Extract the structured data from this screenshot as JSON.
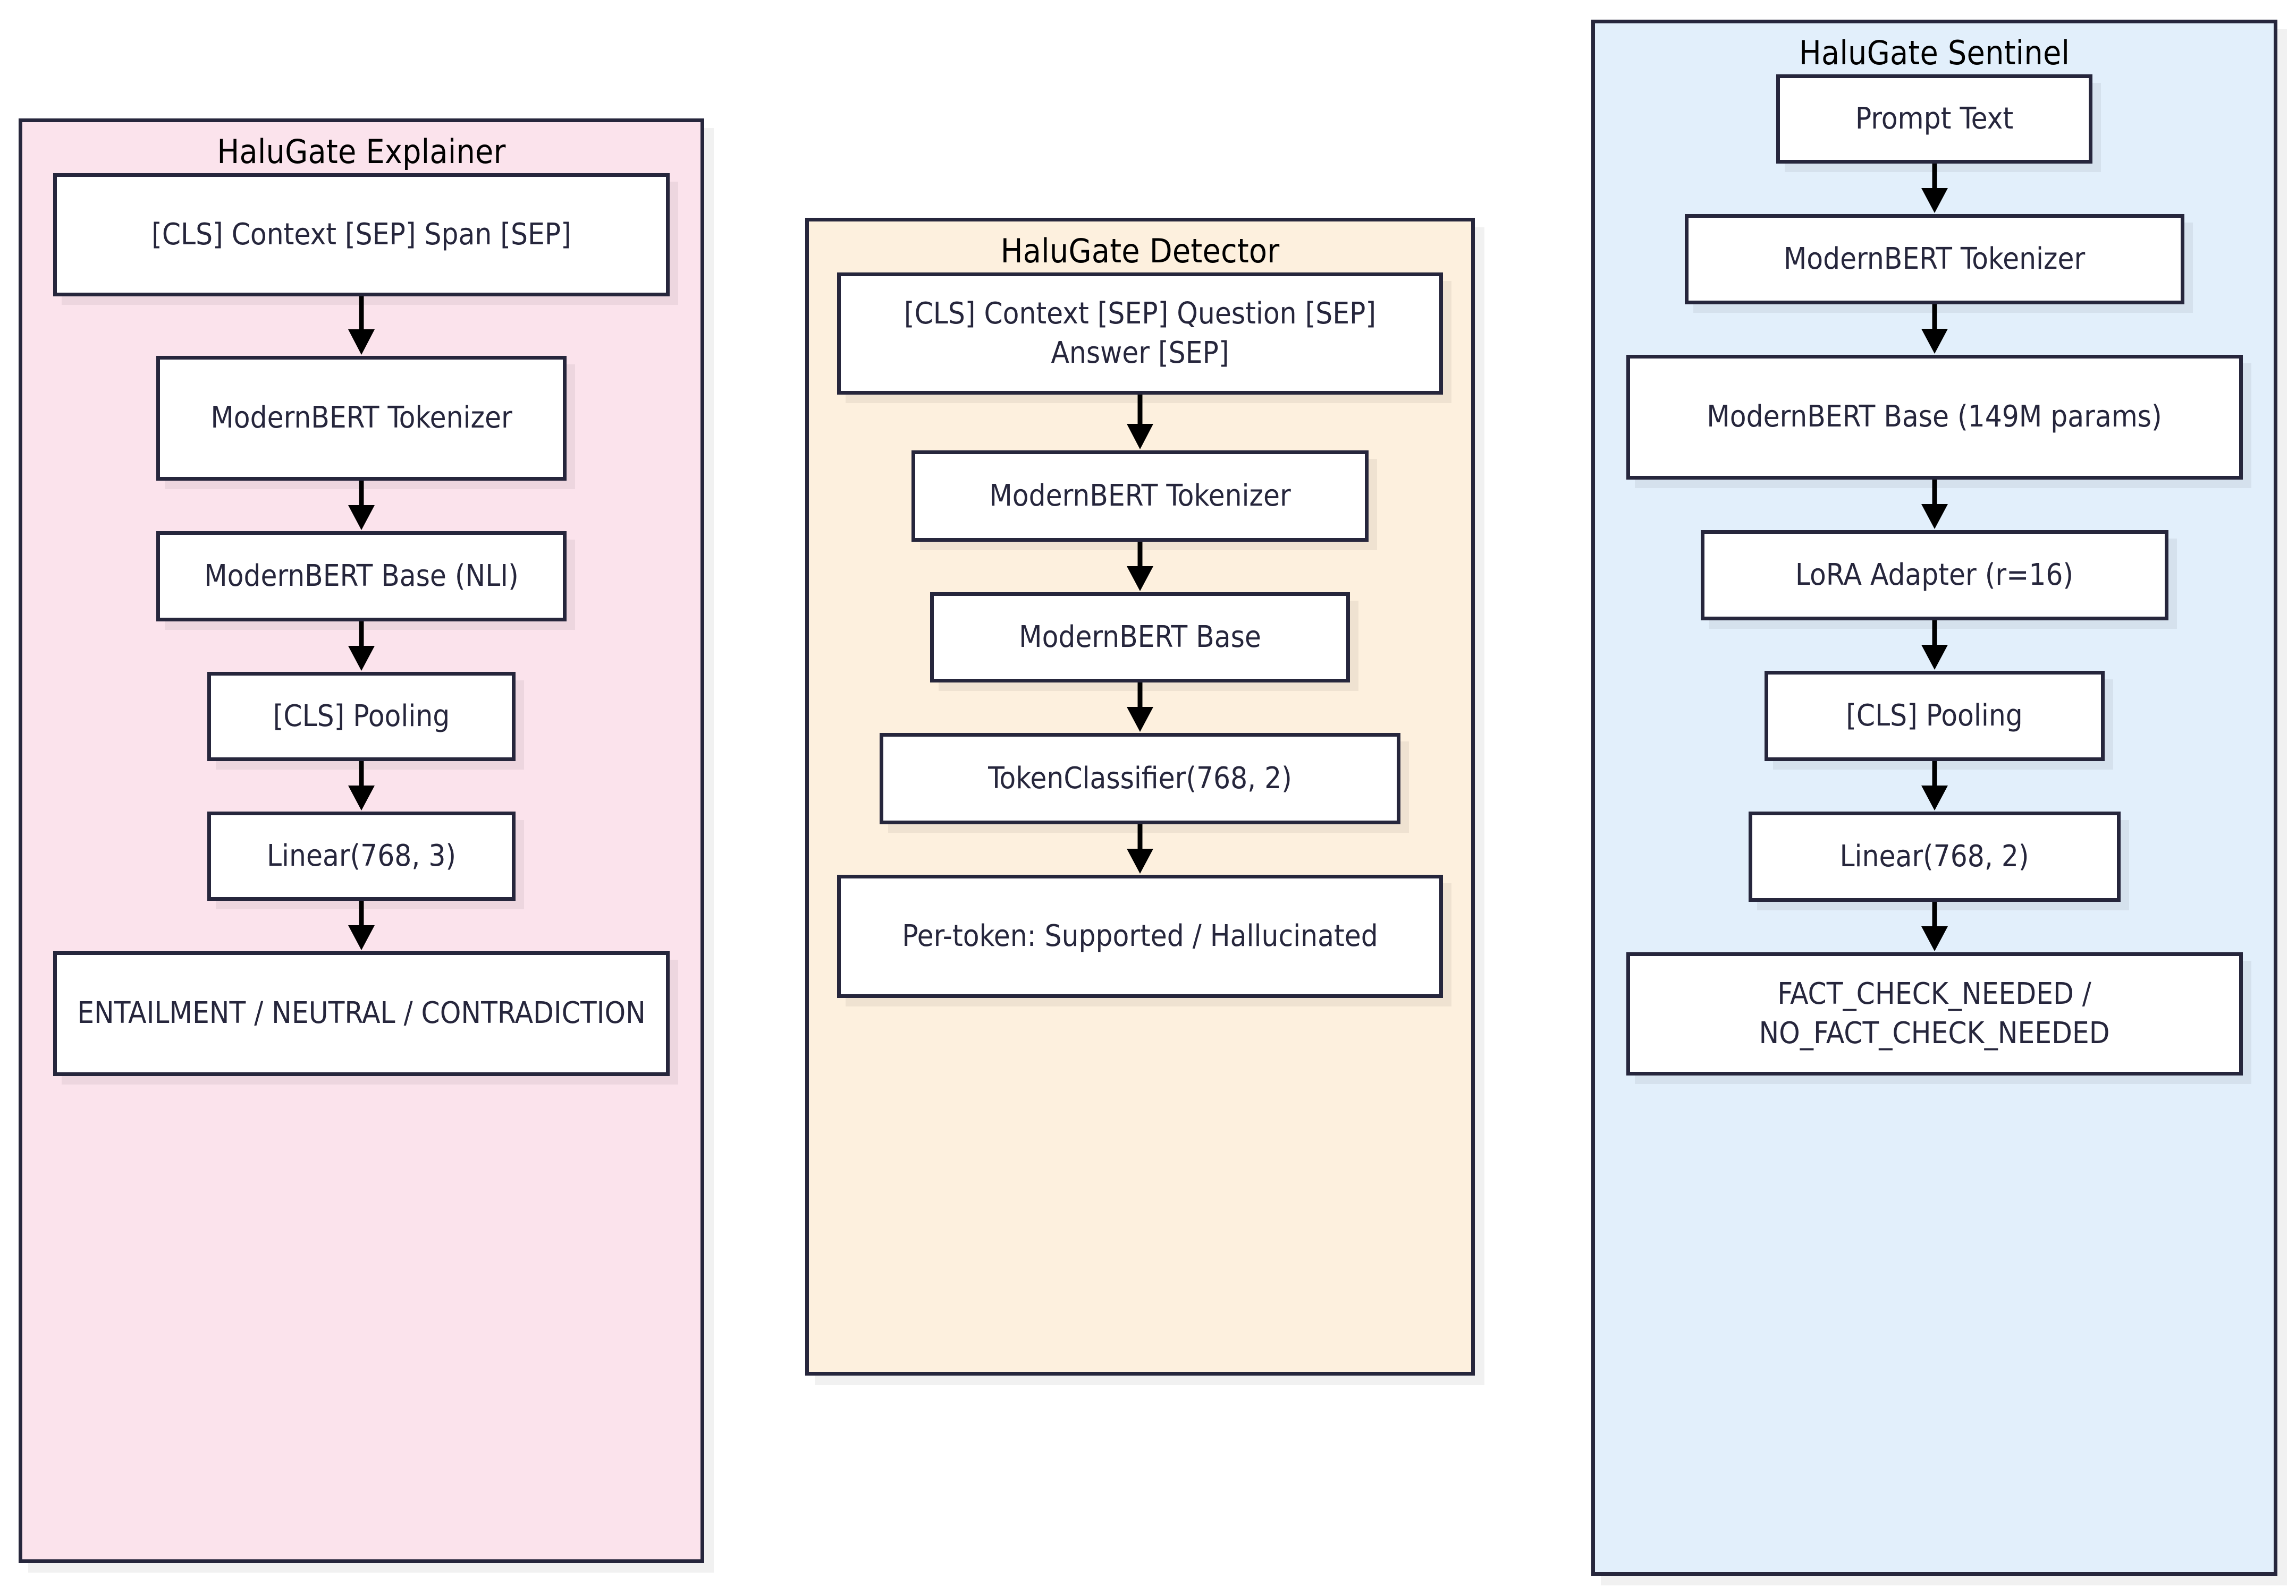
{
  "diagram": {
    "type": "flowchart",
    "orientation": "three-column",
    "panels": [
      {
        "id": "explainer",
        "title": "HaluGate Explainer",
        "bg_color": "#FBE3EC",
        "border_color": "#26263C",
        "nodes": [
          {
            "label": "[CLS] Context [SEP] Span [SEP]"
          },
          {
            "label": "ModernBERT Tokenizer"
          },
          {
            "label": "ModernBERT Base (NLI)"
          },
          {
            "label": "[CLS] Pooling"
          },
          {
            "label": "Linear(768, 3)"
          },
          {
            "label": "ENTAILMENT / NEUTRAL / CONTRADICTION"
          }
        ]
      },
      {
        "id": "detector",
        "title": "HaluGate Detector",
        "bg_color": "#FDF0DE",
        "border_color": "#26263C",
        "nodes": [
          {
            "label": "[CLS] Context [SEP] Question [SEP] Answer [SEP]"
          },
          {
            "label": "ModernBERT Tokenizer"
          },
          {
            "label": "ModernBERT Base"
          },
          {
            "label": "TokenClassifier(768, 2)"
          },
          {
            "label": "Per-token: Supported / Hallucinated"
          }
        ]
      },
      {
        "id": "sentinel",
        "title": "HaluGate Sentinel",
        "bg_color": "#E2EFFB",
        "border_color": "#26263C",
        "nodes": [
          {
            "label": "Prompt Text"
          },
          {
            "label": "ModernBERT Tokenizer"
          },
          {
            "label": "ModernBERT Base (149M params)"
          },
          {
            "label": "LoRA Adapter (r=16)"
          },
          {
            "label": "[CLS] Pooling"
          },
          {
            "label": "Linear(768, 2)"
          },
          {
            "label": "FACT_CHECK_NEEDED / NO_FACT_CHECK_NEEDED"
          }
        ]
      }
    ]
  }
}
